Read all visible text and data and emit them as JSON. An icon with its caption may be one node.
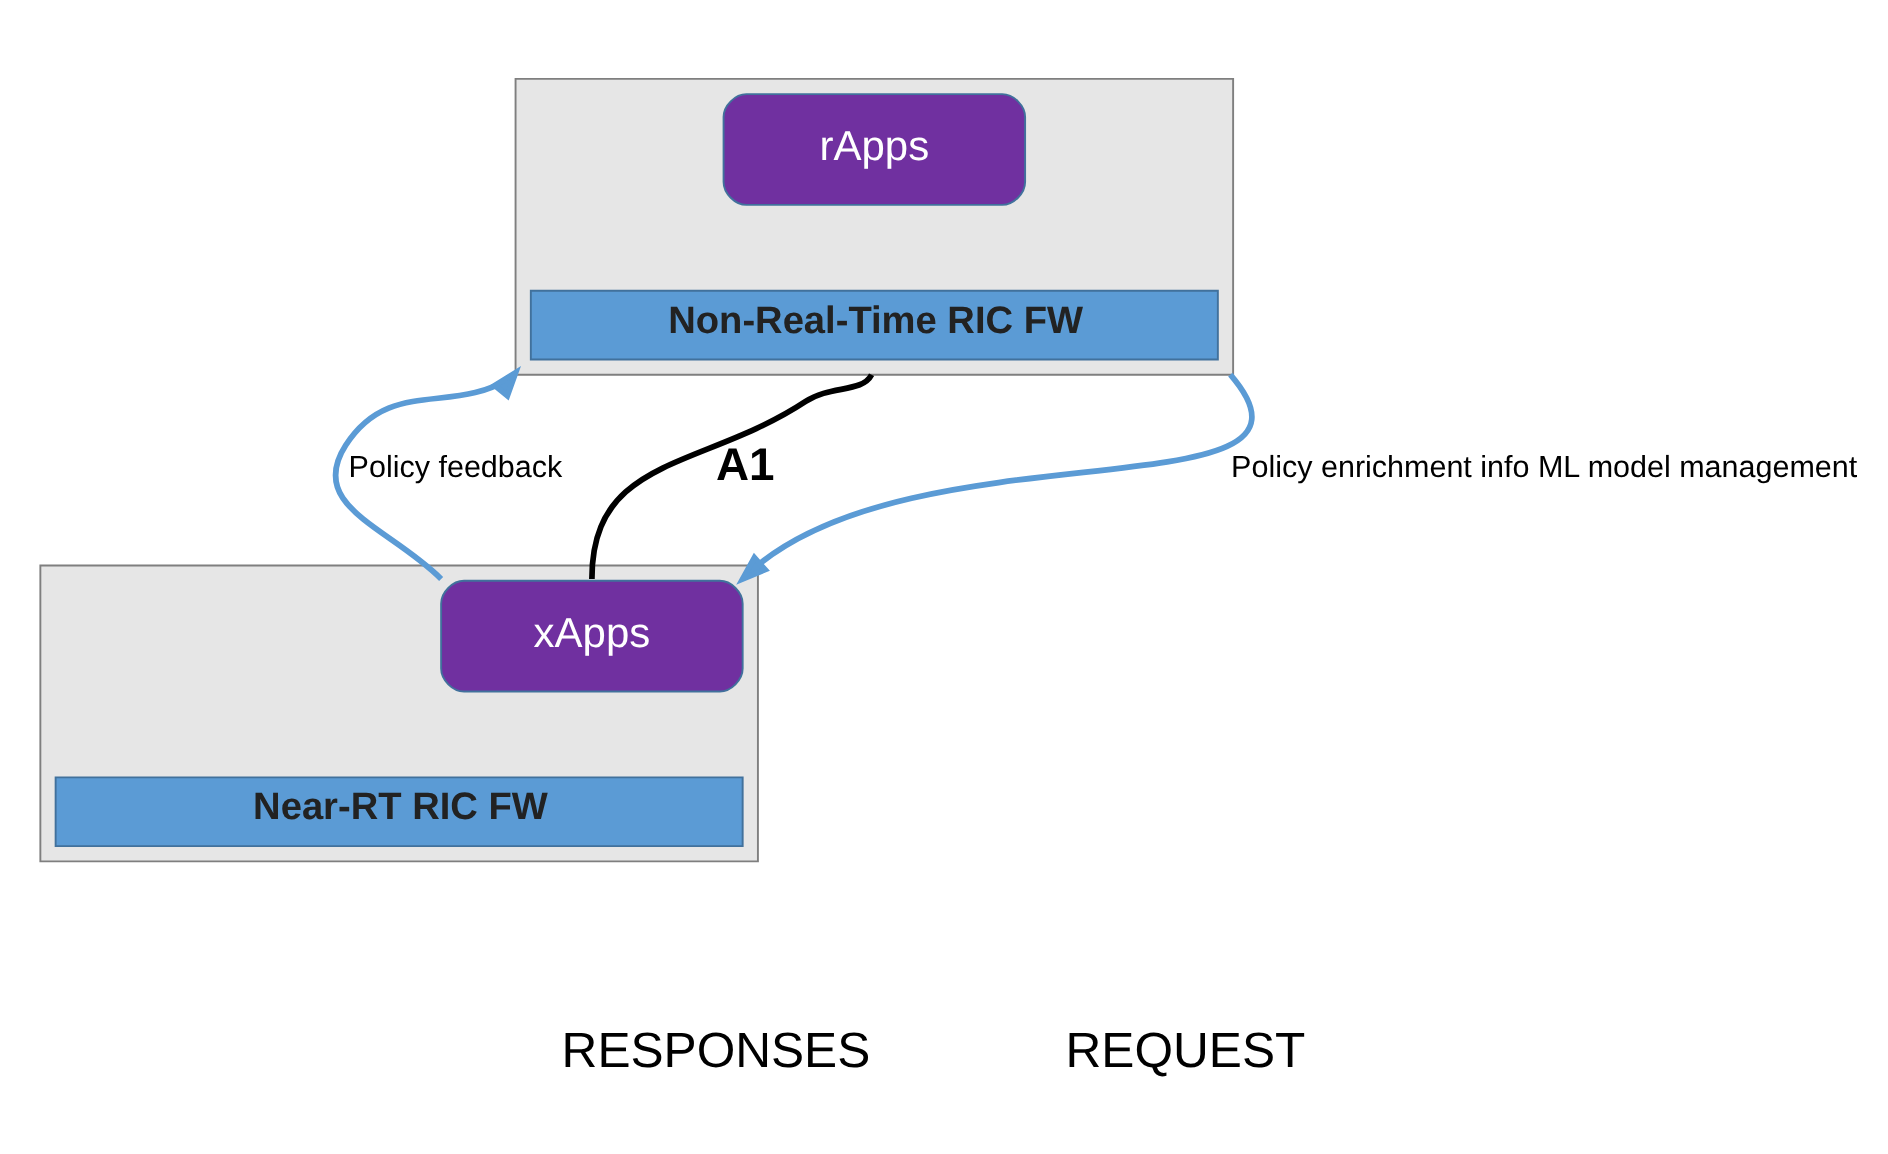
{
  "diagram": {
    "nodes": [
      {
        "text": [],
        "shape": "box"
      },
      {
        "text": [
          "rApps"
        ],
        "in": 0
      },
      {
        "text": [
          "Non-Real-Time RIC FW"
        ],
        "in": 0
      },
      {
        "text": [],
        "shape": "box"
      },
      {
        "text": [
          "xApps"
        ],
        "in": 3
      },
      {
        "text": [
          "Near-RT RIC FW"
        ],
        "in": 3
      }
    ],
    "edges": [
      {
        "from": 4,
        "to": 0,
        "arrow": "to",
        "label": "Policy feedback"
      },
      {
        "from": 0,
        "to": 4,
        "arrow": "none",
        "label": "A1",
        "color": "#000000"
      },
      {
        "from": 0,
        "to": 4,
        "arrow": "to",
        "label": "Policy enrichment info ML model management"
      }
    ],
    "labels": [
      "RESPONSES",
      "REQUEST"
    ]
  }
}
